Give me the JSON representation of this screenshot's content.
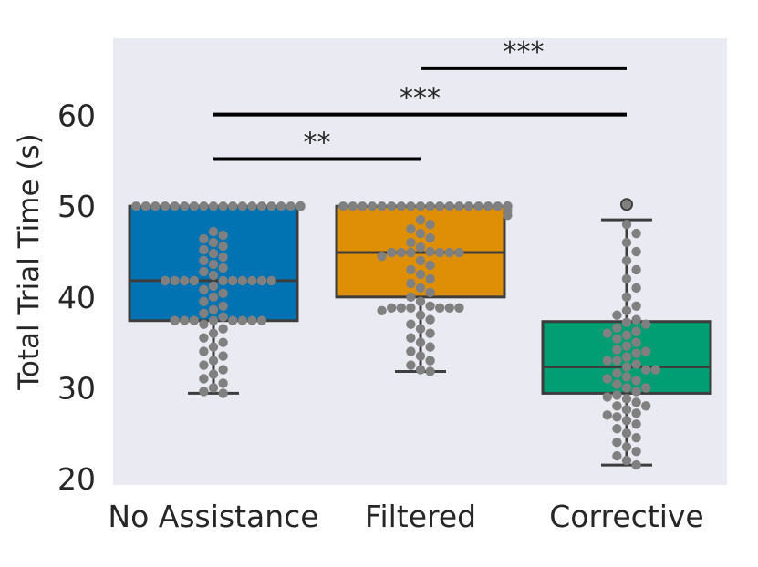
{
  "chart_data": {
    "type": "box",
    "ylabel": "Total Trial Time (s)",
    "ylim": [
      19.3,
      68.5
    ],
    "yticks": [
      "20",
      "30",
      "40",
      "50",
      "60"
    ],
    "categories": [
      "No Assistance",
      "Filtered",
      "Corrective"
    ],
    "grid": false,
    "colors": {
      "background": "#eaeaf2",
      "No Assistance": "#0173b2",
      "Filtered": "#de8f05",
      "Corrective": "#029e73",
      "points": "#808080",
      "lines": "#3d3d3d"
    },
    "boxes": [
      {
        "name": "No Assistance",
        "whisker_low": 29.4,
        "q1": 37.4,
        "median": 41.8,
        "q3": 50.0,
        "whisker_high": 50.0
      },
      {
        "name": "Filtered",
        "whisker_low": 31.8,
        "q1": 40.0,
        "median": 44.9,
        "q3": 50.0,
        "whisker_high": 50.0
      },
      {
        "name": "Corrective",
        "whisker_low": 21.5,
        "q1": 29.4,
        "median": 32.3,
        "q3": 37.3,
        "whisker_high": 48.5,
        "outliers": [
          50.2
        ]
      }
    ],
    "points": {
      "No Assistance": [
        50,
        50,
        50,
        50,
        50,
        50,
        50,
        50,
        50,
        50,
        50,
        50,
        50,
        50,
        50,
        50,
        50,
        50,
        50,
        50,
        50,
        50,
        50,
        50,
        47.2,
        46.8,
        46.4,
        46,
        45.6,
        45.2,
        44.8,
        44.4,
        44,
        43.6,
        43.2,
        42.8,
        42.4,
        41.8,
        41.8,
        41.8,
        41.8,
        41.8,
        41.8,
        41.8,
        41.8,
        41.8,
        41.8,
        41.2,
        40.8,
        40.4,
        40,
        39.5,
        39,
        38.6,
        38.2,
        37.8,
        37.4,
        37.4,
        37.4,
        37.4,
        37.4,
        37.4,
        37.4,
        37.4,
        37,
        36.5,
        36,
        35.5,
        35,
        34.5,
        34,
        33.5,
        33,
        32.5,
        32,
        31.5,
        31,
        30.5,
        30,
        29.6,
        29.4
      ],
      "Filtered": [
        50,
        50,
        50,
        50,
        50,
        50,
        50,
        50,
        50,
        50,
        50,
        50,
        50,
        50,
        50,
        50,
        50,
        50,
        50,
        50,
        50,
        50,
        50,
        49.5,
        49,
        48.5,
        48,
        47.5,
        47,
        46.5,
        46,
        45.5,
        45,
        44.9,
        44.9,
        44.9,
        44.9,
        44.9,
        44.9,
        44.5,
        44,
        43.5,
        43,
        42.5,
        42,
        41.5,
        41,
        40.5,
        40,
        39.5,
        39,
        38.8,
        38.8,
        38.8,
        38.8,
        38.8,
        38.8,
        38.5,
        38,
        37.5,
        37,
        36.5,
        36,
        35.5,
        35,
        34.5,
        34,
        33.5,
        33,
        32.5,
        32,
        31.8
      ],
      "Corrective": [
        50.2,
        48,
        47,
        46,
        45,
        44,
        43,
        42,
        41,
        40,
        39,
        38.5,
        38,
        37.5,
        37.2,
        37,
        36.6,
        36.2,
        35.8,
        35.4,
        35,
        34.6,
        34.2,
        33.8,
        33.4,
        33,
        32.6,
        32.3,
        32,
        31.6,
        31.2,
        30.8,
        30.4,
        30,
        29.6,
        29.2,
        28.8,
        28.4,
        28,
        27.6,
        27.2,
        26.8,
        26.4,
        26,
        25.5,
        25,
        24.5,
        24,
        23.5,
        23,
        22.5,
        22,
        21.5,
        36,
        34,
        33,
        32,
        31,
        30,
        29,
        28,
        27
      ]
    },
    "significance": [
      {
        "from": "No Assistance",
        "to": "Filtered",
        "level": 55.2,
        "label": "**"
      },
      {
        "from": "No Assistance",
        "to": "Corrective",
        "level": 60.1,
        "label": "***"
      },
      {
        "from": "Filtered",
        "to": "Corrective",
        "level": 65.2,
        "label": "***"
      }
    ]
  }
}
